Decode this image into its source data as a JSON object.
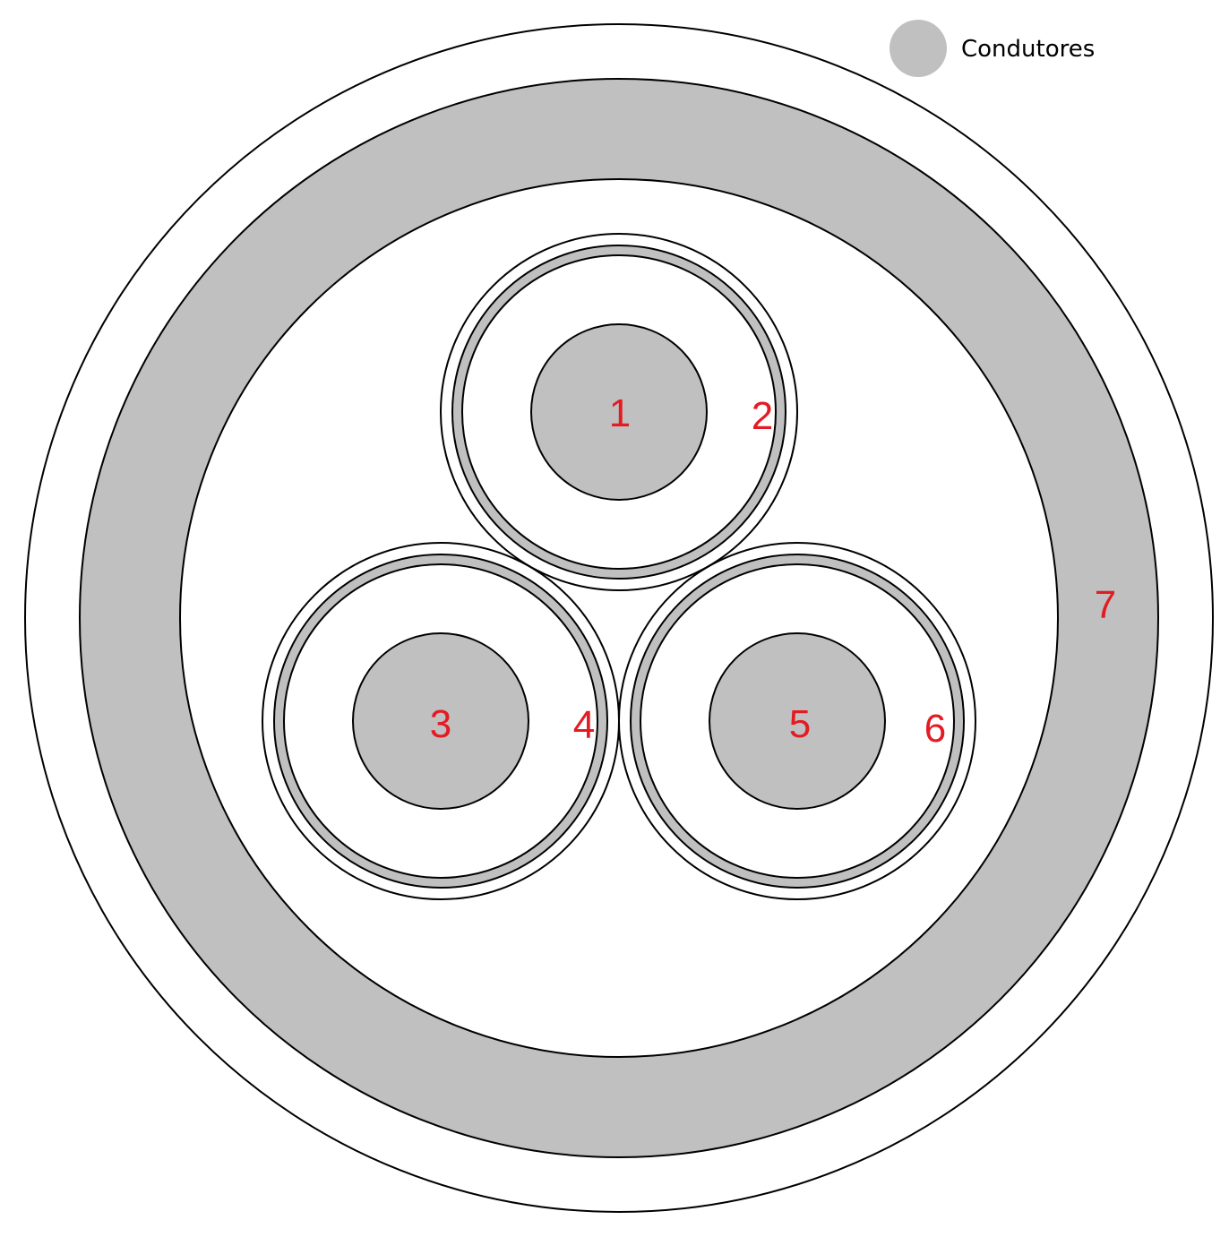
{
  "colors": {
    "conductor_fill": "#c0c0c0",
    "stroke": "#000000",
    "label": "#e31b23",
    "background": "#ffffff"
  },
  "legend": {
    "label": "Condutores",
    "swatch_color": "#c0c0c0"
  },
  "labels": {
    "l1": "1",
    "l2": "2",
    "l3": "3",
    "l4": "4",
    "l5": "5",
    "l6": "6",
    "l7": "7"
  }
}
